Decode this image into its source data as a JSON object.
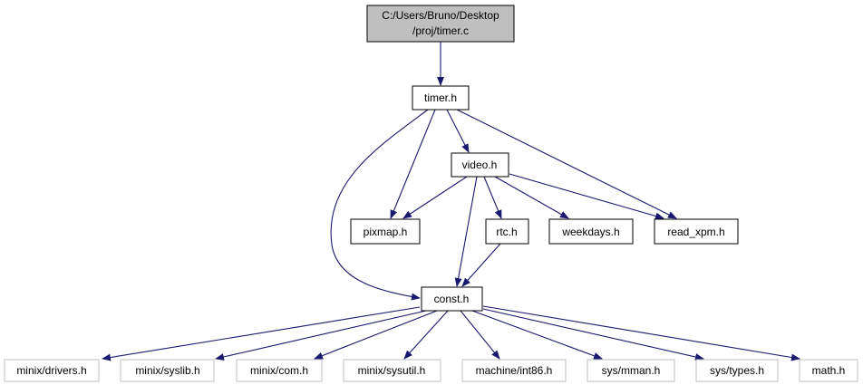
{
  "colors": {
    "edge": "#191970",
    "root_fill": "#bfbfbf",
    "node_fill": "#ffffff",
    "node_stroke": "#000000",
    "external_stroke": "#bfbfbf",
    "text": "#000000"
  },
  "nodes": {
    "root": {
      "line1": "C:/Users/Bruno/Desktop",
      "line2": "/proj/timer.c"
    },
    "timer_h": {
      "label": "timer.h"
    },
    "video_h": {
      "label": "video.h"
    },
    "pixmap_h": {
      "label": "pixmap.h"
    },
    "rtc_h": {
      "label": "rtc.h"
    },
    "weekdays_h": {
      "label": "weekdays.h"
    },
    "read_xpm_h": {
      "label": "read_xpm.h"
    },
    "const_h": {
      "label": "const.h"
    },
    "minix_drivers_h": {
      "label": "minix/drivers.h"
    },
    "minix_syslib_h": {
      "label": "minix/syslib.h"
    },
    "minix_com_h": {
      "label": "minix/com.h"
    },
    "minix_sysutil_h": {
      "label": "minix/sysutil.h"
    },
    "machine_int86_h": {
      "label": "machine/int86.h"
    },
    "sys_mman_h": {
      "label": "sys/mman.h"
    },
    "sys_types_h": {
      "label": "sys/types.h"
    },
    "math_h": {
      "label": "math.h"
    }
  }
}
